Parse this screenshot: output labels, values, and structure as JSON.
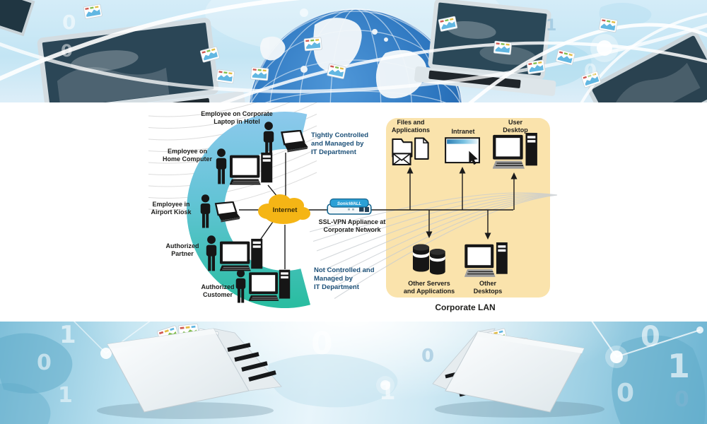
{
  "diagram": {
    "remote_users": [
      {
        "label": "Employee on Corporate\nLaptop in Hotel",
        "device": "laptop"
      },
      {
        "label": "Employee on\nHome Computer",
        "device": "desktop-computer"
      },
      {
        "label": "Employee in\nAirport Kiosk",
        "device": "laptop"
      },
      {
        "label": "Authorized\nPartner",
        "device": "desktop-computer"
      },
      {
        "label": "Authorized\nCustomer",
        "device": "desktop-computer"
      }
    ],
    "zones": {
      "controlled": "Tightly Controlled\nand Managed by\nIT Department",
      "uncontrolled": "Not Controlled and\nManaged by\nIT Department"
    },
    "internet_label": "Internet",
    "appliance": {
      "brand": "SonicWALL",
      "caption": "SSL-VPN Appliance at\nCorporate Network"
    },
    "lan": {
      "title": "Corporate LAN",
      "nodes": [
        {
          "label": "Files and\nApplications",
          "icon": "folder-documents-mail-icon"
        },
        {
          "label": "Intranet",
          "icon": "browser-window-cursor-icon"
        },
        {
          "label": "User\nDesktop",
          "icon": "desktop-computer-icon"
        },
        {
          "label": "Other Servers\nand Applications",
          "icon": "server-stack-icon"
        },
        {
          "label": "Other\nDesktops",
          "icon": "desktop-computer-icon"
        }
      ]
    },
    "colors": {
      "arc_top": "#8cc9ec",
      "arc_bottom": "#2abda1",
      "cloud": "#f5b515",
      "lan_panel": "#fae3ac",
      "zone_text": "#1c5078",
      "appliance_blue": "#2ba0d6",
      "line": "#1b1b1b"
    }
  },
  "banner_top": {
    "digits": [
      "0",
      "0",
      "0",
      "1"
    ]
  },
  "banner_bottom": {
    "digits": [
      "1",
      "0",
      "1",
      "0",
      "0",
      "1",
      "0",
      "1",
      "0",
      "0"
    ]
  }
}
